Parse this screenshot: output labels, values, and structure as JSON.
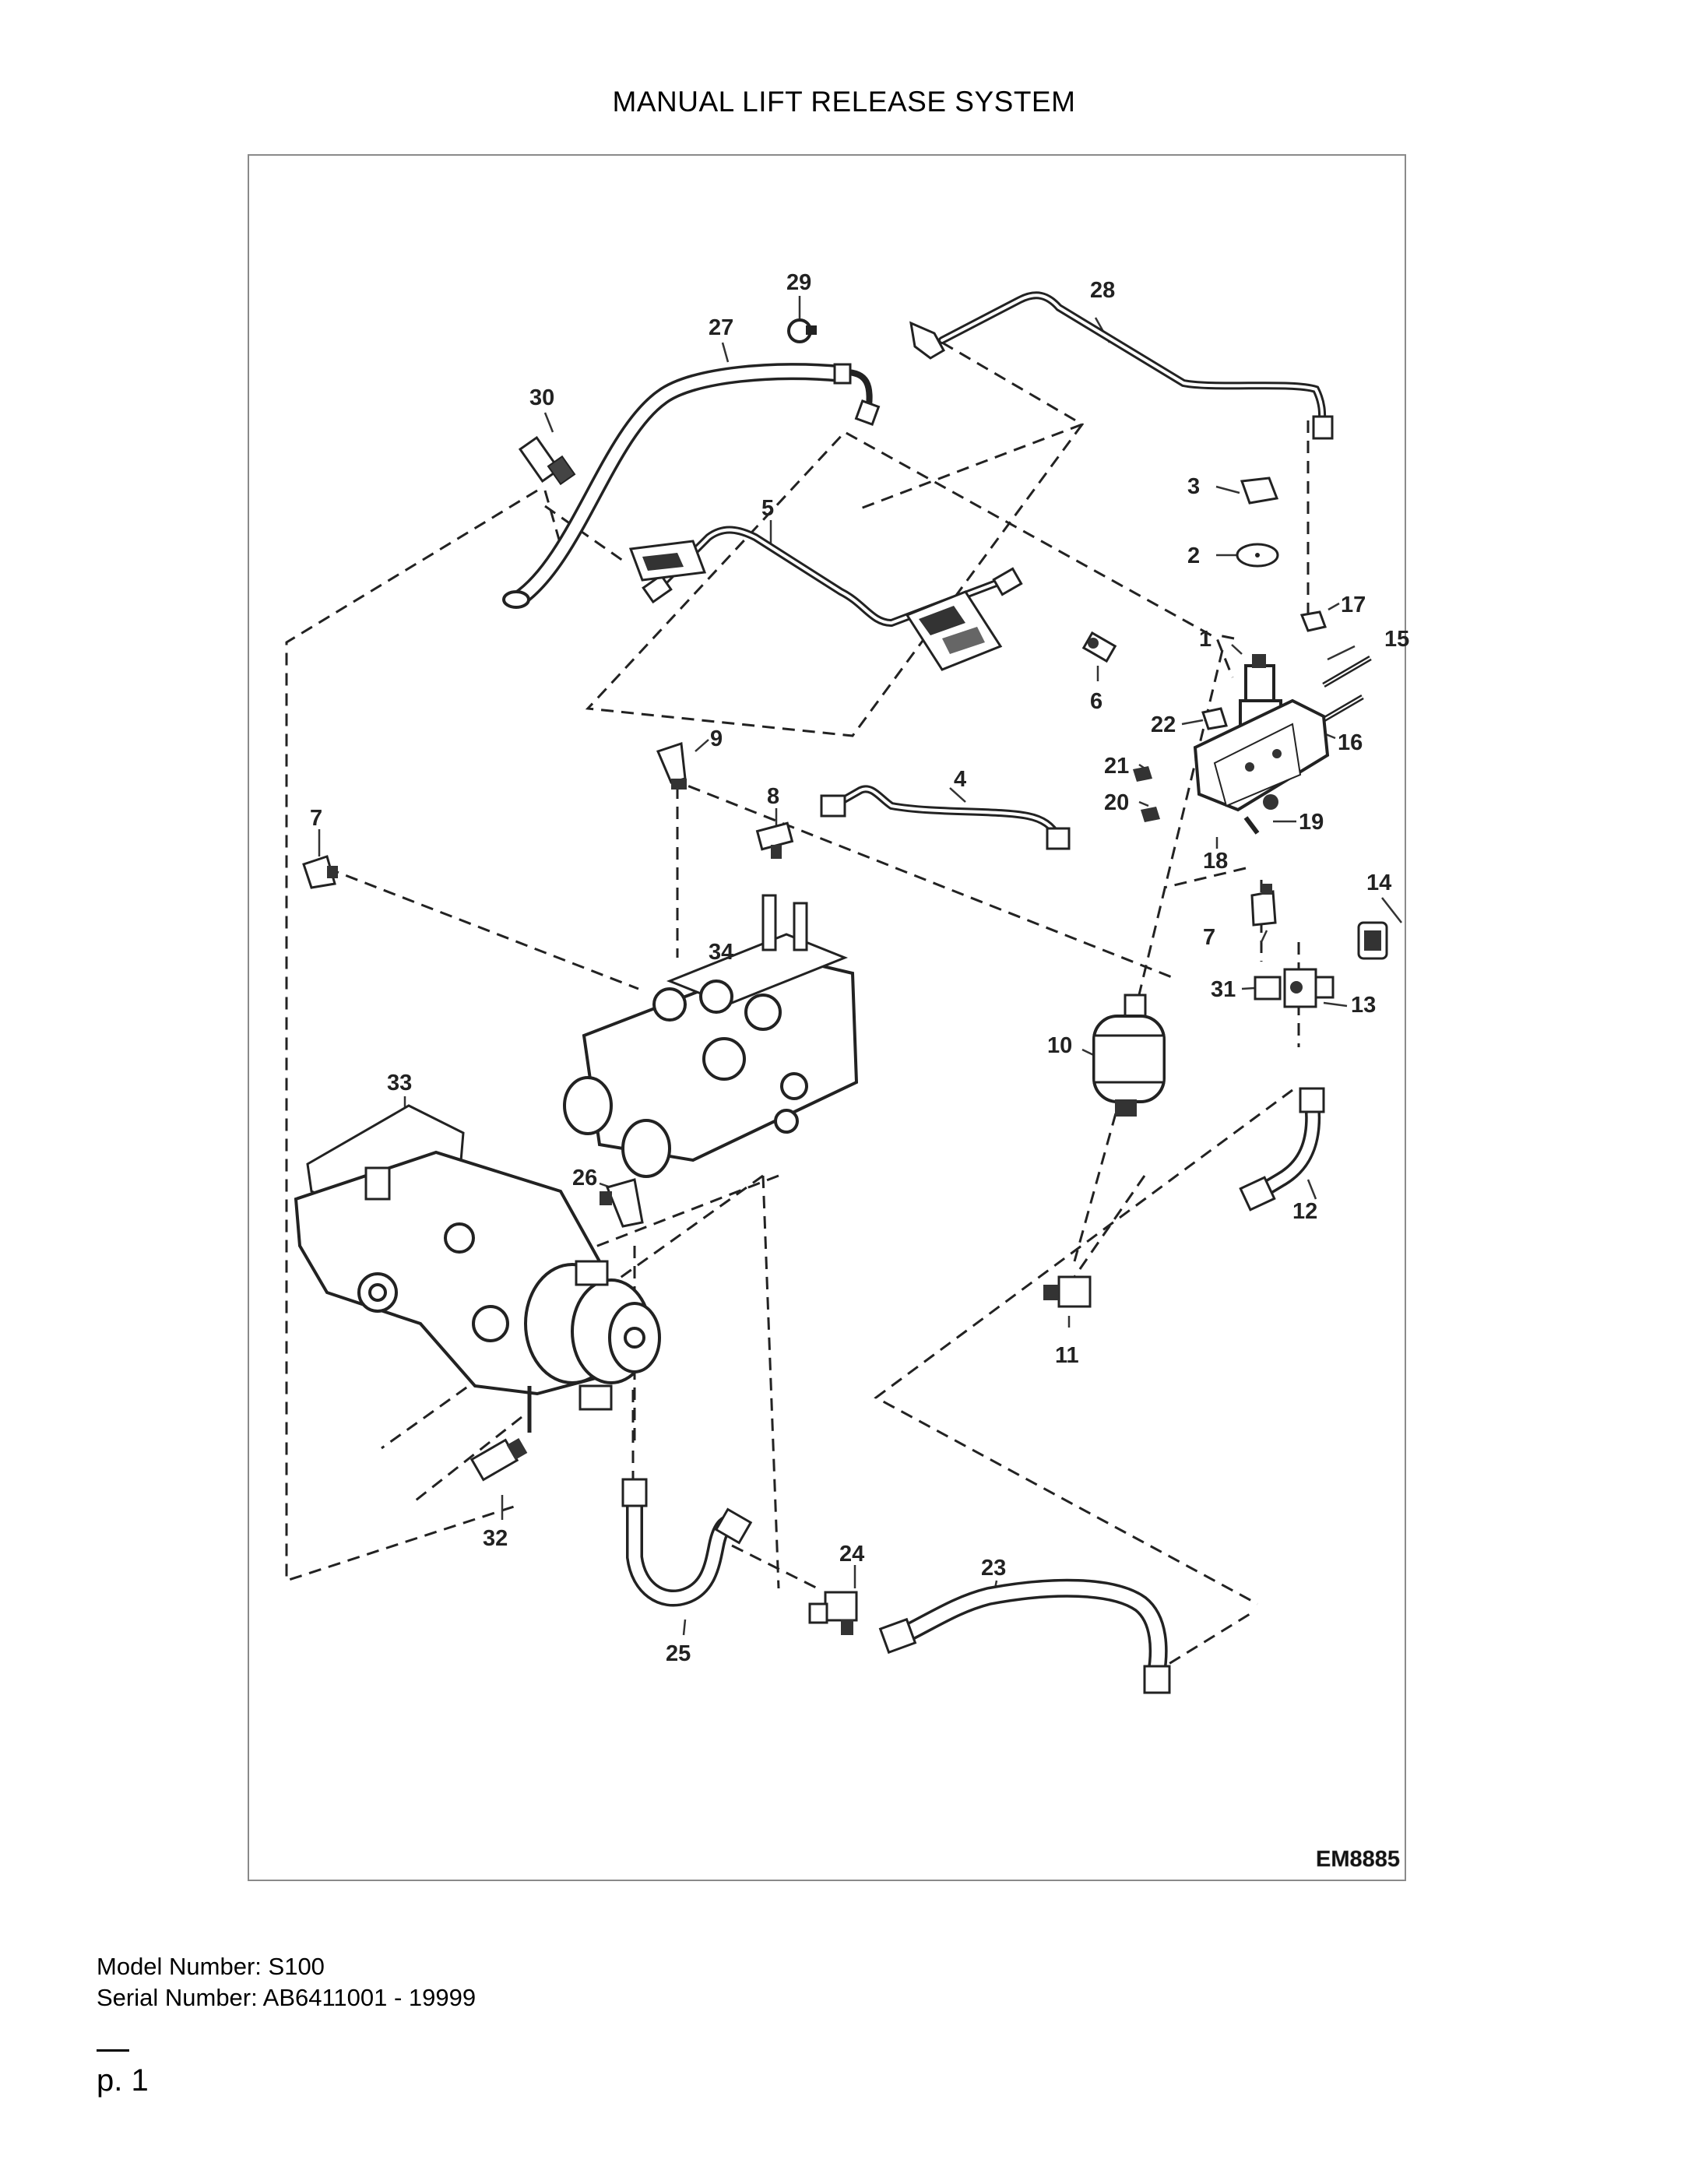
{
  "title": "MANUAL LIFT RELEASE SYSTEM",
  "diagram_code": "EM8885",
  "model_line": "Model Number: S100",
  "serial_line": "Serial Number: AB6411001 - 19999",
  "page_label": "p. 1",
  "callouts": [
    {
      "id": "c1",
      "label": "1"
    },
    {
      "id": "c2",
      "label": "2"
    },
    {
      "id": "c3",
      "label": "3"
    },
    {
      "id": "c4",
      "label": "4"
    },
    {
      "id": "c5",
      "label": "5"
    },
    {
      "id": "c6",
      "label": "6"
    },
    {
      "id": "c7a",
      "label": "7"
    },
    {
      "id": "c7b",
      "label": "7"
    },
    {
      "id": "c8",
      "label": "8"
    },
    {
      "id": "c9",
      "label": "9"
    },
    {
      "id": "c10",
      "label": "10"
    },
    {
      "id": "c11",
      "label": "11"
    },
    {
      "id": "c12",
      "label": "12"
    },
    {
      "id": "c13",
      "label": "13"
    },
    {
      "id": "c14",
      "label": "14"
    },
    {
      "id": "c15",
      "label": "15"
    },
    {
      "id": "c16",
      "label": "16"
    },
    {
      "id": "c17",
      "label": "17"
    },
    {
      "id": "c18",
      "label": "18"
    },
    {
      "id": "c19",
      "label": "19"
    },
    {
      "id": "c20",
      "label": "20"
    },
    {
      "id": "c21",
      "label": "21"
    },
    {
      "id": "c22",
      "label": "22"
    },
    {
      "id": "c23",
      "label": "23"
    },
    {
      "id": "c24",
      "label": "24"
    },
    {
      "id": "c25",
      "label": "25"
    },
    {
      "id": "c26",
      "label": "26"
    },
    {
      "id": "c27",
      "label": "27"
    },
    {
      "id": "c28",
      "label": "28"
    },
    {
      "id": "c29",
      "label": "29"
    },
    {
      "id": "c30",
      "label": "30"
    },
    {
      "id": "c31",
      "label": "31"
    },
    {
      "id": "c32",
      "label": "32"
    },
    {
      "id": "c33",
      "label": "33"
    },
    {
      "id": "c34",
      "label": "34"
    }
  ]
}
